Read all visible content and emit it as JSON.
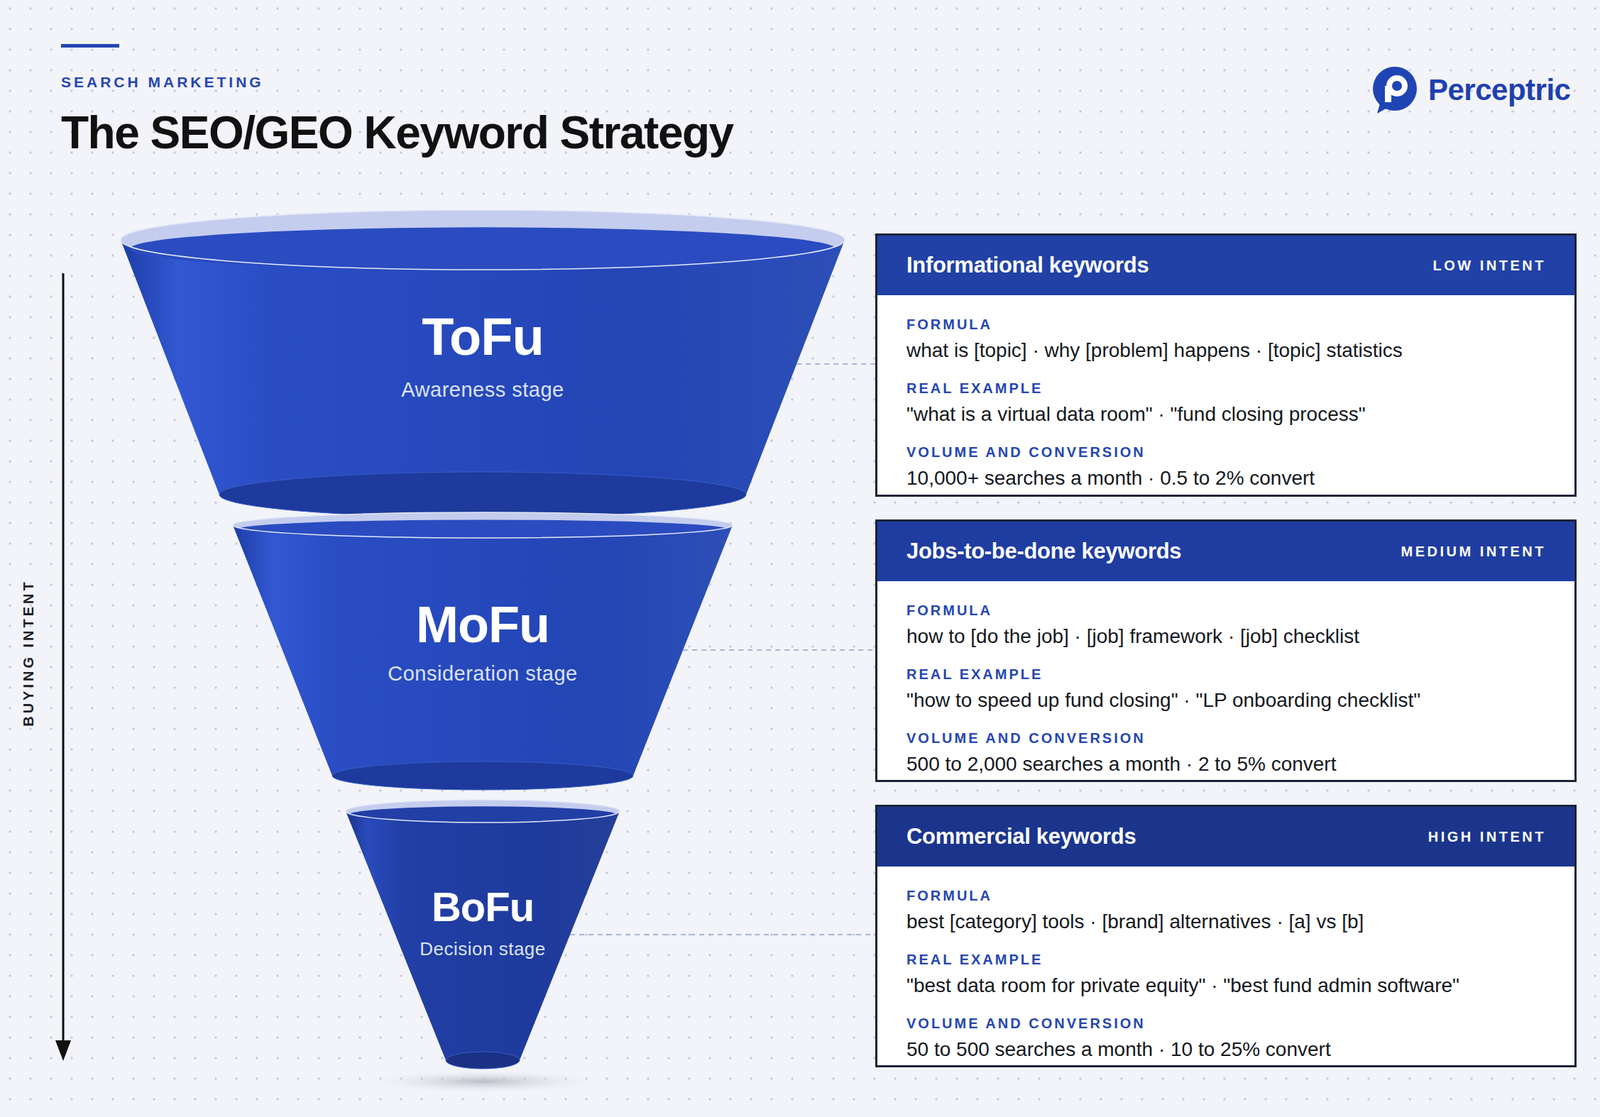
{
  "diagram": {
    "title": "The SEO/GEO Keyword Strategy",
    "nodes": [
      {
        "text": [
          "ToFu",
          "Awareness stage"
        ]
      },
      {
        "text": [
          "MoFu",
          "Consideration stage"
        ]
      },
      {
        "text": [
          "BoFu",
          "Decision stage"
        ]
      },
      {
        "text": [
          "Informational keywords",
          "LOW INTENT",
          "FORMULA",
          "what is [topic] · why [problem] happens · [topic] statistics",
          "REAL EXAMPLE",
          "\"what is a virtual data room\" · \"fund closing process\"",
          "VOLUME AND CONVERSION",
          "10,000+ searches a month · 0.5 to 2% convert"
        ]
      },
      {
        "text": [
          "Jobs-to-be-done keywords",
          "MEDIUM INTENT",
          "FORMULA",
          "how to [do the job] · [job] framework · [job] checklist",
          "REAL EXAMPLE",
          "\"how to speed up fund closing\" · \"LP onboarding checklist\"",
          "VOLUME AND CONVERSION",
          "500 to 2,000 searches a month · 2 to 5% convert"
        ]
      },
      {
        "text": [
          "Commercial keywords",
          "HIGH INTENT",
          "FORMULA",
          "best [category] tools · [brand] alternatives · [a] vs [b]",
          "REAL EXAMPLE",
          "\"best data room for private equity\" · \"best fund admin software\"",
          "VOLUME AND CONVERSION",
          "50 to 500 searches a month · 10 to 25% convert"
        ]
      }
    ],
    "edges": [
      {
        "from": 0,
        "to": 3,
        "arrow": "none"
      },
      {
        "from": 1,
        "to": 4,
        "arrow": "none"
      },
      {
        "from": 2,
        "to": 5,
        "arrow": "none"
      }
    ],
    "labels": [
      "SEARCH MARKETING",
      "Perceptric",
      "BUYING INTENT"
    ]
  }
}
